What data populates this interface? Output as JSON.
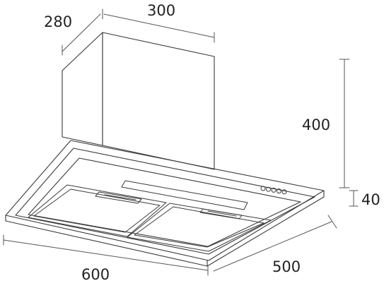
{
  "dimensions": {
    "chimney_depth": "280",
    "chimney_width": "300",
    "chimney_height": "400",
    "canopy_thickness": "40",
    "hood_width": "600",
    "hood_depth": "500"
  },
  "colors": {
    "outline": "#3a3a3a",
    "dimension_line": "#555555",
    "text": "#222222",
    "background": "#ffffff"
  },
  "controls": {
    "button_count": 5
  }
}
